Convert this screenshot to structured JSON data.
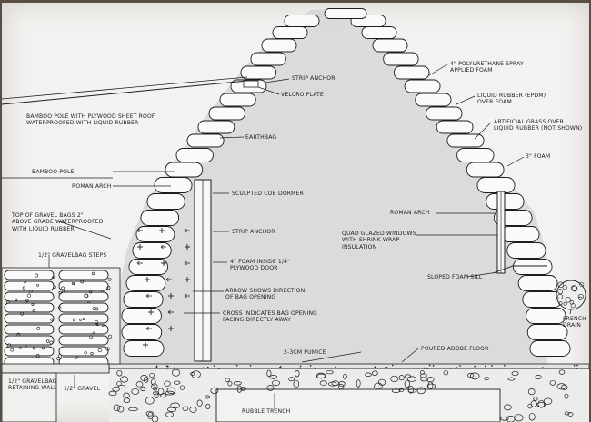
{
  "labels": {
    "strip_anchor_top": "Strip Anchor",
    "velcro_plate": "Velcro Plate",
    "bamboo_pole_roof": "Bamboo Pole with Plywood sheet roof\nwaterproofed with Liquid Rubber",
    "earthbag": "Earthbag",
    "bamboo_pole": "Bamboo pole",
    "roman_arch_left": "Roman Arch",
    "sculpted_cob_dormer": "Sculpted COB Dormer",
    "gravel_bags_top": "Top of gravel bags 2\"\nabove grade waterproofed\nwith Liquid Rubber",
    "strip_anchor": "Strip Anchor",
    "gravelbag_steps": "1/2\" Gravelbag steps",
    "foam_inside_plywood": "4\" Foam inside 1/4\"\nPlywood door",
    "arrow_direction": "Arrow shows direction\nof bag opening",
    "cross_indicates": "Cross indicates bag opening\nfacing directly away",
    "pumice": "2-3cm Pumice",
    "retaining_wall": "1/2\" Gravelbag\nRetaining wall",
    "gravel": "1/2\" Gravel",
    "rubble_trench": "Rubble Trench",
    "polyurethane_foam": "4\" Polyurethane spray\nApplied Foam",
    "liquid_rubber": "Liquid Rubber (EPDM)\nover Foam",
    "artificial_grass": "Artificial grass over\nLiquid Rubber (not shown)",
    "three_inch_foam": "3\" Foam",
    "roman_arch_right": "Roman Arch",
    "quad_glazed": "Quad Glazed Windows\nwith shrink wrap\ninsulation",
    "sloped_foam_sill": "Sloped Foam Sill",
    "poured_adobe_floor": "Poured Adobe Floor",
    "french_drain": "French\nDrain"
  },
  "colors": {
    "paper": "#f3f2f0",
    "ink": "#1e1e1e",
    "shading": "#c9c9c9"
  }
}
